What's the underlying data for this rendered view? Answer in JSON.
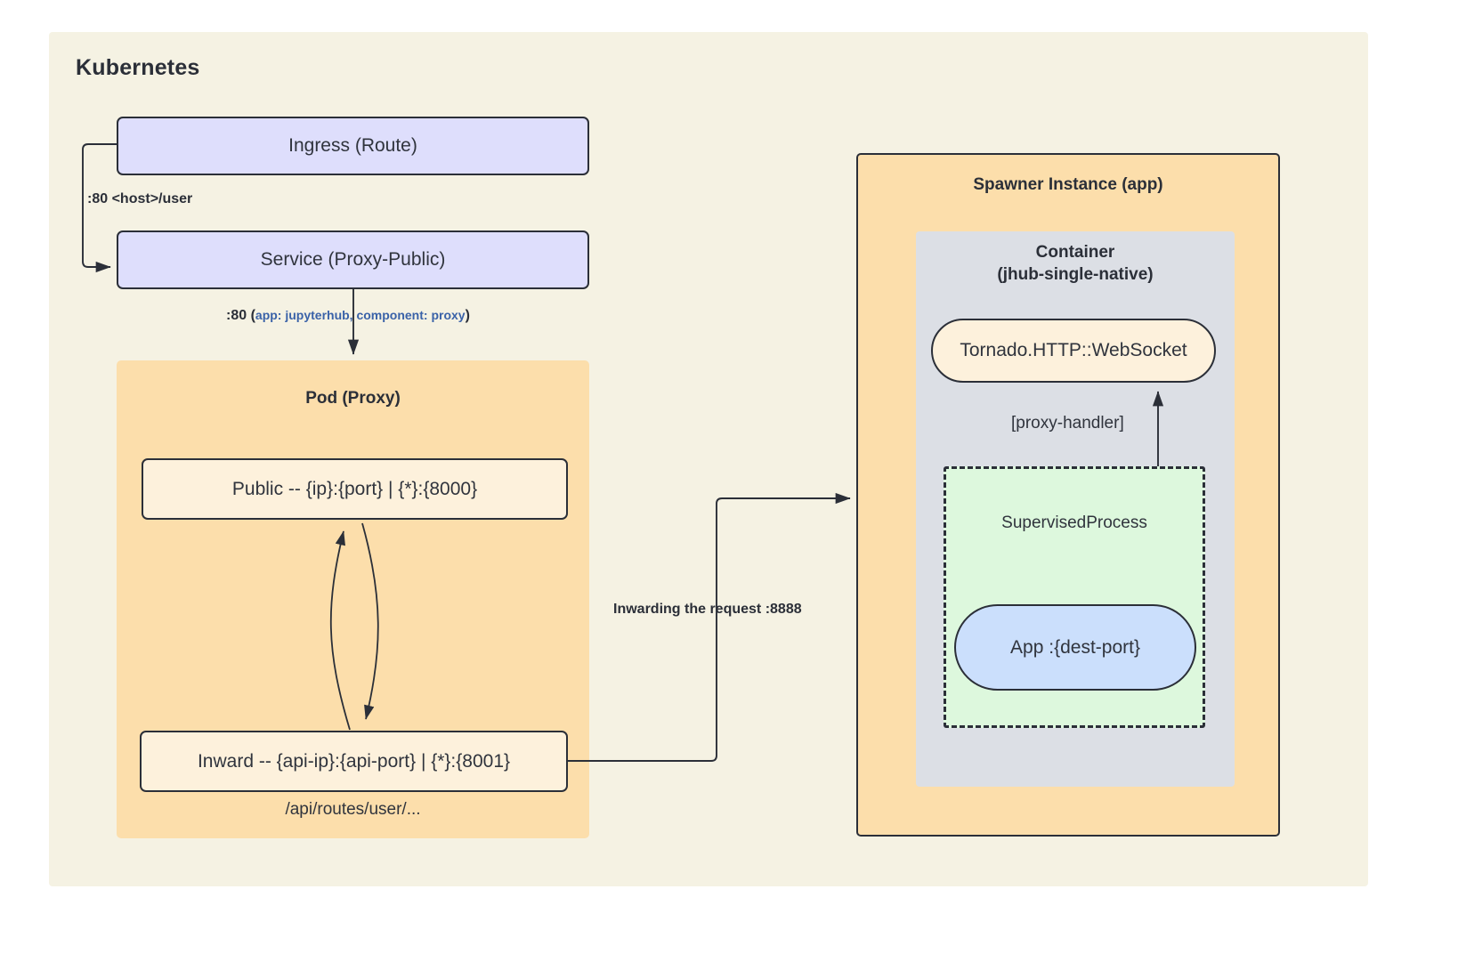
{
  "diagram": {
    "title": "Kubernetes",
    "background_color": "#f5f2e3",
    "accent_lavender": "#dedefc",
    "accent_orange": "#fcdeab",
    "accent_cream": "#fdf1dc",
    "accent_grey": "#dcdfe5",
    "accent_green": "#ddf8dd",
    "accent_blue": "#cbdffc",
    "stroke_color": "#2b2f38"
  },
  "nodes": {
    "ingress": "Ingress (Route)",
    "service": "Service (Proxy-Public)",
    "pod_proxy_title": "Pod (Proxy)",
    "public": "Public -- {ip}:{port} | {*}:{8000}",
    "inward": "Inward -- {api-ip}:{api-port} | {*}:{8001}",
    "api_routes": "/api/routes/user/...",
    "spawner_title": "Spawner Instance (app)",
    "container_title_line1": "Container",
    "container_title_line2": "(jhub-single-native)",
    "tornado": "Tornado.HTTP::WebSocket",
    "proxy_handler": "[proxy-handler]",
    "supervised_process": "SupervisedProcess",
    "app": "App :{dest-port}"
  },
  "edges": {
    "ingress_to_service": ":80 <host>/user",
    "service_to_pod_prefix": ":80 (",
    "service_to_pod_selector": "app: jupyterhub, component: proxy",
    "service_to_pod_suffix": ")",
    "inward_to_spawner": "Inwarding the request :8888"
  }
}
